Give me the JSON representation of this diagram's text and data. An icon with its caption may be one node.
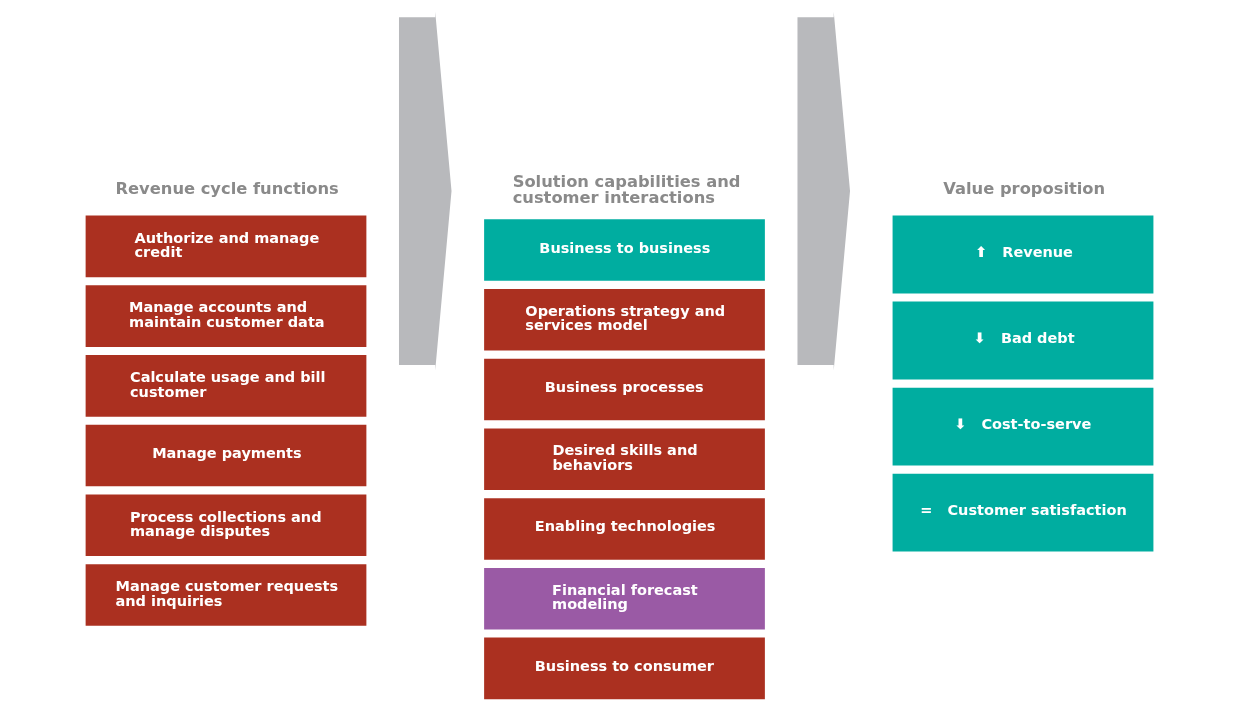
{
  "diagram": {
    "nodes": [
      {
        "text": [
          "Authorize and manage credit"
        ]
      },
      {
        "text": [
          "Manage accounts and maintain customer data"
        ]
      },
      {
        "text": [
          "Calculate usage and bill customer"
        ]
      },
      {
        "text": [
          "Manage payments"
        ]
      },
      {
        "text": [
          "Process collections and manage disputes"
        ]
      },
      {
        "text": [
          "Manage customer requests and inquiries"
        ]
      },
      {
        "text": [],
        "shape": "chevron"
      },
      {
        "text": [
          "Business to business"
        ]
      },
      {
        "text": [
          "Operations strategy and services model"
        ]
      },
      {
        "text": [
          "Business processes"
        ]
      },
      {
        "text": [
          "Desired skills and behaviors"
        ]
      },
      {
        "text": [
          "Enabling technologies"
        ]
      },
      {
        "text": [
          "Financial forecast modeling"
        ]
      },
      {
        "text": [
          "Business to consumer"
        ]
      },
      {
        "text": [],
        "shape": "chevron"
      },
      {
        "text": [
          "⬆",
          "Revenue"
        ]
      },
      {
        "text": [
          "⬇",
          "Bad debt"
        ]
      },
      {
        "text": [
          "⬇",
          "Cost-to-serve"
        ]
      },
      {
        "text": [
          "=",
          "Customer satisfaction"
        ]
      }
    ],
    "edges": [],
    "labels": [
      "Revenue cycle functions",
      "Solution capabilities and customer interactions",
      "Value proposition"
    ]
  }
}
